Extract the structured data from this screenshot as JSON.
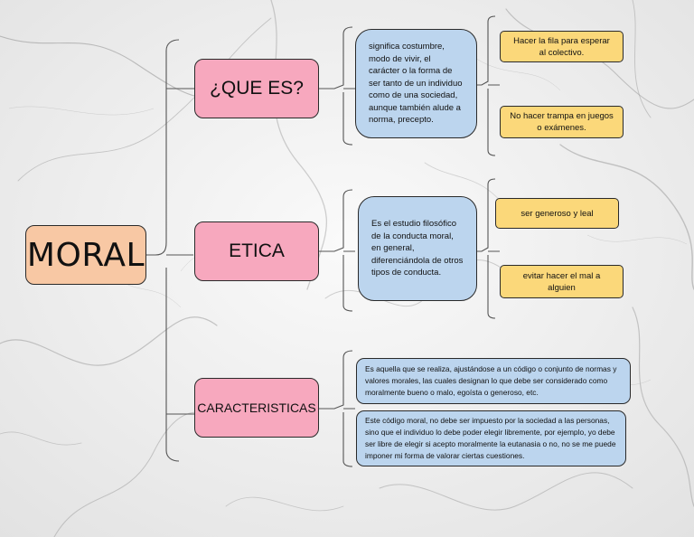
{
  "colors": {
    "main_fill": "#f8c8a4",
    "category_fill": "#f7a8be",
    "description_fill": "#bcd5ee",
    "leaf_fill": "#fbd87a",
    "line": "#555555"
  },
  "diagram": {
    "main": {
      "label": "MORAL"
    },
    "categories": [
      {
        "label": "¿QUE ES?",
        "description": "significa costumbre, modo de vivir, el carácter o la forma de ser tanto de un individuo como de una sociedad, aunque también alude a norma, precepto.",
        "examples": [
          "Hacer la fila para esperar al colectivo.",
          "No hacer trampa en juegos o exámenes."
        ]
      },
      {
        "label": "ETICA",
        "description": "Es el estudio filosófico de la conducta moral, en general, diferenciándola de otros tipos de conducta.",
        "examples": [
          "ser generoso y leal",
          "evitar hacer el mal a alguien"
        ]
      },
      {
        "label": "CARACTERISTICAS",
        "characteristics": [
          "Es aquella que se realiza, ajustándose a un código o conjunto de normas y valores morales, las cuales designan lo que debe ser considerado como moralmente bueno o malo, egoísta o generoso, etc.",
          "Este código moral, no debe ser impuesto por la sociedad a las personas, sino que el individuo lo debe poder elegir libremente, por ejemplo, yo debe ser libre de elegir si acepto moralmente la eutanasia o no, no se me puede imponer mi forma de valorar ciertas cuestiones."
        ]
      }
    ]
  }
}
